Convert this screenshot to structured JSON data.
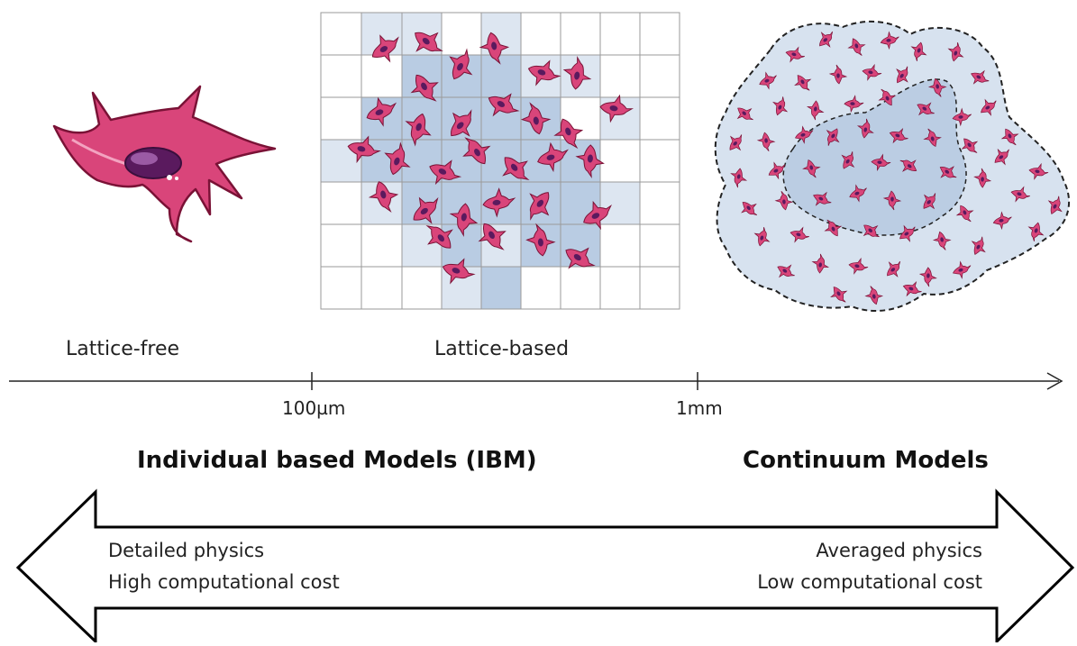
{
  "panels": {
    "lattice_free_label": "Lattice-free",
    "lattice_based_label": "Lattice-based"
  },
  "scale_axis": {
    "ticks": [
      "100µm",
      "1mm"
    ]
  },
  "model_types": {
    "ibm_title": "Individual based Models (IBM)",
    "continuum_title": "Continuum Models"
  },
  "double_arrow": {
    "left_lines": [
      "Detailed physics",
      "High computational cost"
    ],
    "right_lines": [
      "Averaged physics",
      "Low computational cost"
    ]
  },
  "colors": {
    "cell_body": "#d9457a",
    "cell_edge": "#7a1236",
    "nucleus": "#5a1a5e",
    "lattice_light": "#dde6f1",
    "lattice_dark": "#b9cce3",
    "continuum_fill": "#c9d8ea"
  }
}
